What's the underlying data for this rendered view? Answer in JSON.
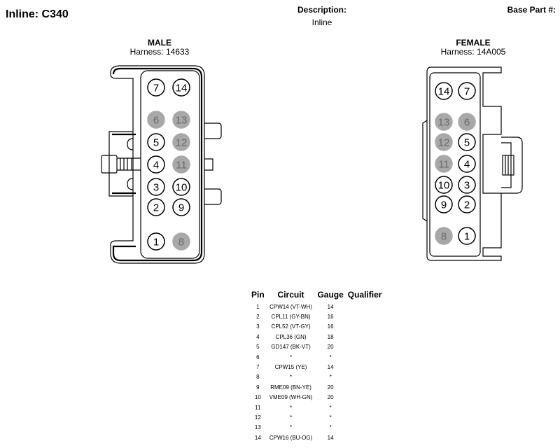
{
  "header": {
    "title": "Inline: C340",
    "description_label": "Description:",
    "description_value": "Inline",
    "base_part_label": "Base Part #:"
  },
  "male": {
    "title": "MALE",
    "harness": "Harness: 14633",
    "pins": [
      {
        "num": "7",
        "empty": false
      },
      {
        "num": "14",
        "empty": false
      },
      {
        "num": "6",
        "empty": true
      },
      {
        "num": "13",
        "empty": true
      },
      {
        "num": "5",
        "empty": false
      },
      {
        "num": "12",
        "empty": true
      },
      {
        "num": "4",
        "empty": false
      },
      {
        "num": "11",
        "empty": true
      },
      {
        "num": "3",
        "empty": false
      },
      {
        "num": "10",
        "empty": false
      },
      {
        "num": "2",
        "empty": false
      },
      {
        "num": "9",
        "empty": false
      },
      {
        "num": "1",
        "empty": false
      },
      {
        "num": "8",
        "empty": true
      }
    ]
  },
  "female": {
    "title": "FEMALE",
    "harness": "Harness: 14A005",
    "pins": [
      {
        "num": "14",
        "empty": false
      },
      {
        "num": "7",
        "empty": false
      },
      {
        "num": "13",
        "empty": true
      },
      {
        "num": "6",
        "empty": true
      },
      {
        "num": "12",
        "empty": true
      },
      {
        "num": "5",
        "empty": false
      },
      {
        "num": "11",
        "empty": true
      },
      {
        "num": "4",
        "empty": false
      },
      {
        "num": "10",
        "empty": false
      },
      {
        "num": "3",
        "empty": false
      },
      {
        "num": "9",
        "empty": false
      },
      {
        "num": "2",
        "empty": false
      },
      {
        "num": "8",
        "empty": true
      },
      {
        "num": "1",
        "empty": false
      }
    ]
  },
  "table": {
    "headers": [
      "Pin",
      "Circuit",
      "Gauge",
      "Qualifier"
    ],
    "rows": [
      {
        "pin": "1",
        "circuit": "CPW14 (VT-WH)",
        "gauge": "14",
        "qualifier": ""
      },
      {
        "pin": "2",
        "circuit": "CPL11 (GY-BN)",
        "gauge": "16",
        "qualifier": ""
      },
      {
        "pin": "3",
        "circuit": "CPL52 (VT-GY)",
        "gauge": "16",
        "qualifier": ""
      },
      {
        "pin": "4",
        "circuit": "CPL36 (GN)",
        "gauge": "18",
        "qualifier": ""
      },
      {
        "pin": "5",
        "circuit": "GD147 (BK-VT)",
        "gauge": "20",
        "qualifier": ""
      },
      {
        "pin": "6",
        "circuit": "*",
        "gauge": "*",
        "qualifier": ""
      },
      {
        "pin": "7",
        "circuit": "CPW15 (YE)",
        "gauge": "14",
        "qualifier": ""
      },
      {
        "pin": "8",
        "circuit": "*",
        "gauge": "*",
        "qualifier": ""
      },
      {
        "pin": "9",
        "circuit": "RME09 (BN-YE)",
        "gauge": "20",
        "qualifier": ""
      },
      {
        "pin": "10",
        "circuit": "VME09 (WH-GN)",
        "gauge": "20",
        "qualifier": ""
      },
      {
        "pin": "11",
        "circuit": "*",
        "gauge": "*",
        "qualifier": ""
      },
      {
        "pin": "12",
        "circuit": "*",
        "gauge": "*",
        "qualifier": ""
      },
      {
        "pin": "13",
        "circuit": "*",
        "gauge": "*",
        "qualifier": ""
      },
      {
        "pin": "14",
        "circuit": "CPW16 (BU-OG)",
        "gauge": "14",
        "qualifier": ""
      }
    ]
  }
}
